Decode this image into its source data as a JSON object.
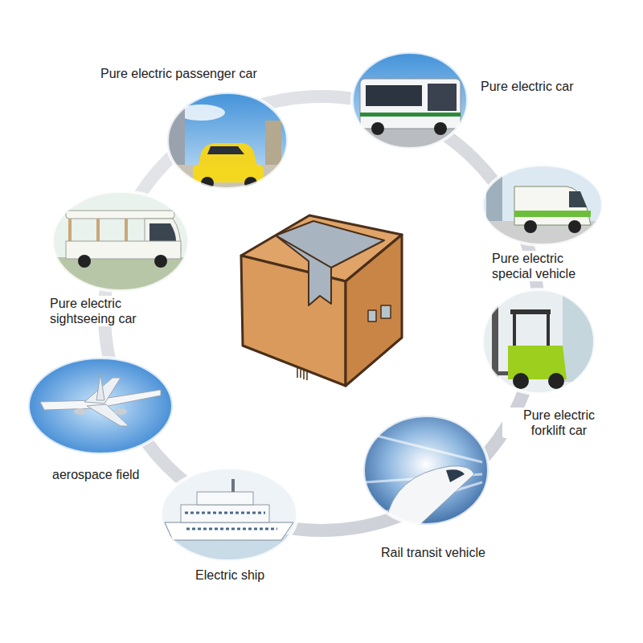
{
  "diagram": {
    "labels": [
      "Pure electric passenger car",
      "Pure electric car",
      "Pure electric special vehicle",
      "Pure electric sightseeing car",
      "Pure electric forklift car",
      "aerospace field",
      "Rail transit vehicle",
      "Electric ship"
    ]
  }
}
